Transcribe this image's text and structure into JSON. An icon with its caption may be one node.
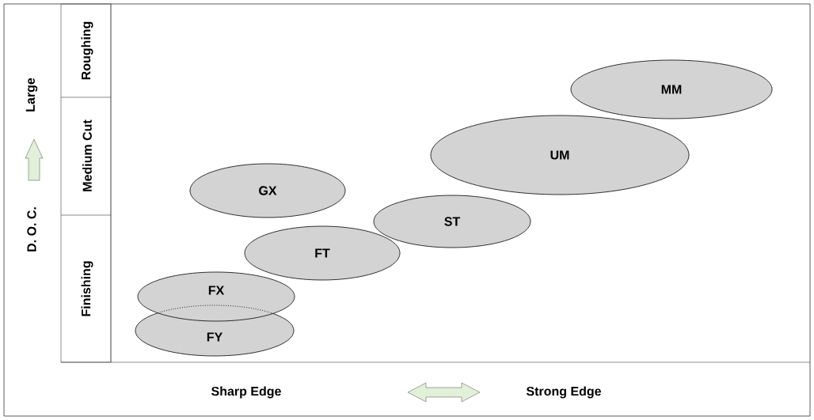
{
  "diagram": {
    "nodes": [
      {
        "text": [
          "MM"
        ]
      },
      {
        "text": [
          "UM"
        ]
      },
      {
        "text": [
          "GX"
        ]
      },
      {
        "text": [
          "ST"
        ]
      },
      {
        "text": [
          "FT"
        ]
      },
      {
        "text": [
          "FX"
        ]
      },
      {
        "text": [
          "FY"
        ]
      }
    ],
    "edges": [],
    "labels": [
      "Roughing",
      "Large",
      "Medium Cut",
      "D. O. C.",
      "Finishing",
      "Sharp Edge",
      "Strong Edge"
    ]
  }
}
